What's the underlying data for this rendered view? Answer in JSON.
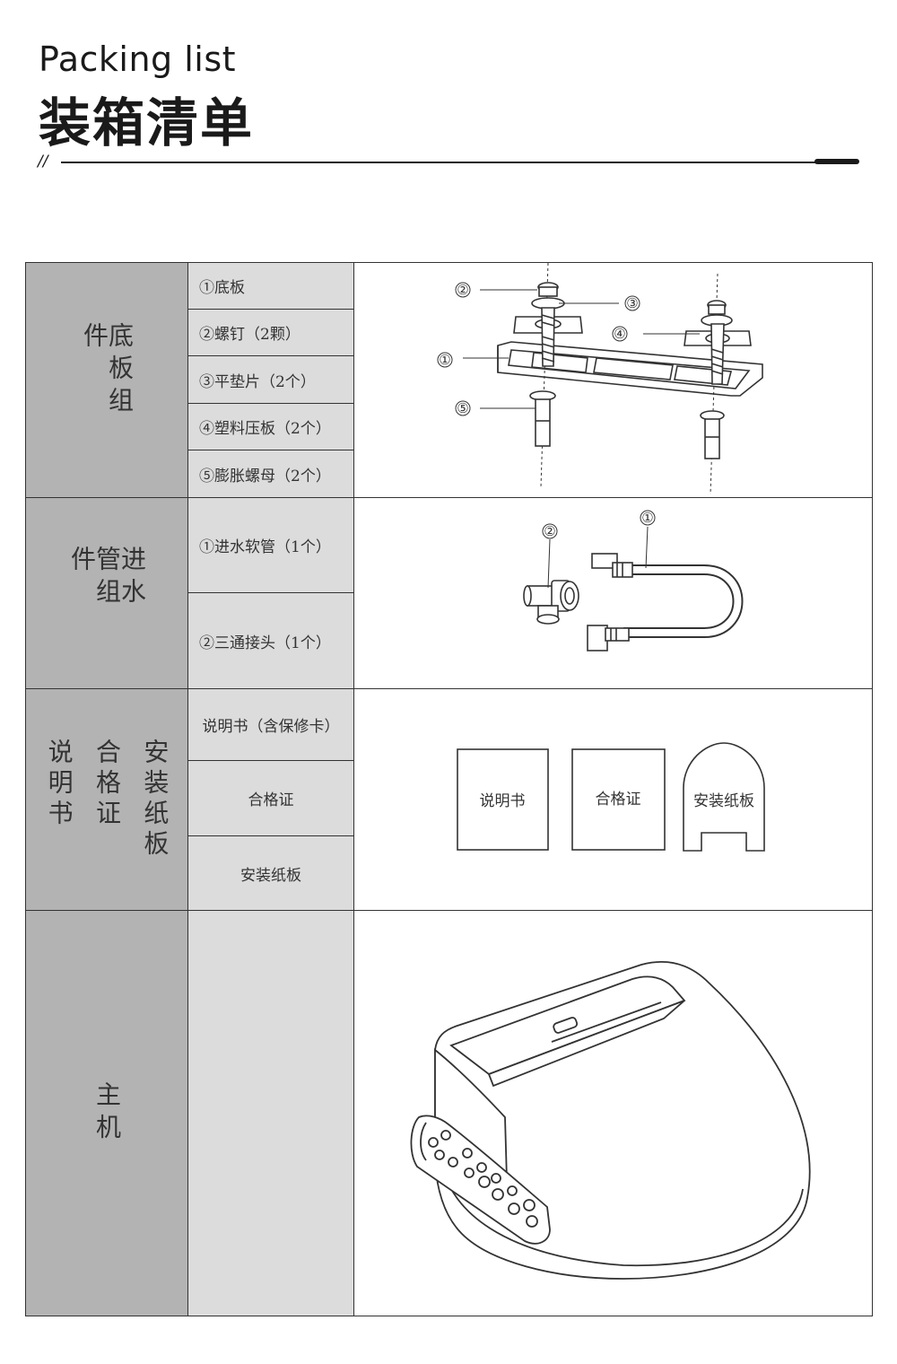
{
  "header": {
    "title_en": "Packing list",
    "title_cn": "装箱清单",
    "marker": "//"
  },
  "groups": [
    {
      "category": "底板组件",
      "items": [
        "①底板",
        "②螺钉（2颗）",
        "③平垫片（2个）",
        "④塑料压板（2个）",
        "⑤膨胀螺母（2个）"
      ],
      "callouts": [
        "①",
        "②",
        "③",
        "④",
        "⑤"
      ]
    },
    {
      "category": "进水管组件",
      "items": [
        "①进水软管（1个）",
        "②三通接头（1个）"
      ],
      "callouts": [
        "①",
        "②"
      ]
    },
    {
      "category_columns": [
        "说明书",
        "合格证",
        "安装纸板"
      ],
      "items": [
        "说明书（含保修卡）",
        "合格证",
        "安装纸板"
      ],
      "picture_labels": [
        "说明书",
        "合格证",
        "安装纸板"
      ]
    },
    {
      "category": "主机",
      "items": []
    }
  ],
  "colors": {
    "category_bg": "#b3b3b3",
    "item_bg": "#dcdcdc",
    "line": "#333333",
    "text": "#1a1a1a"
  }
}
